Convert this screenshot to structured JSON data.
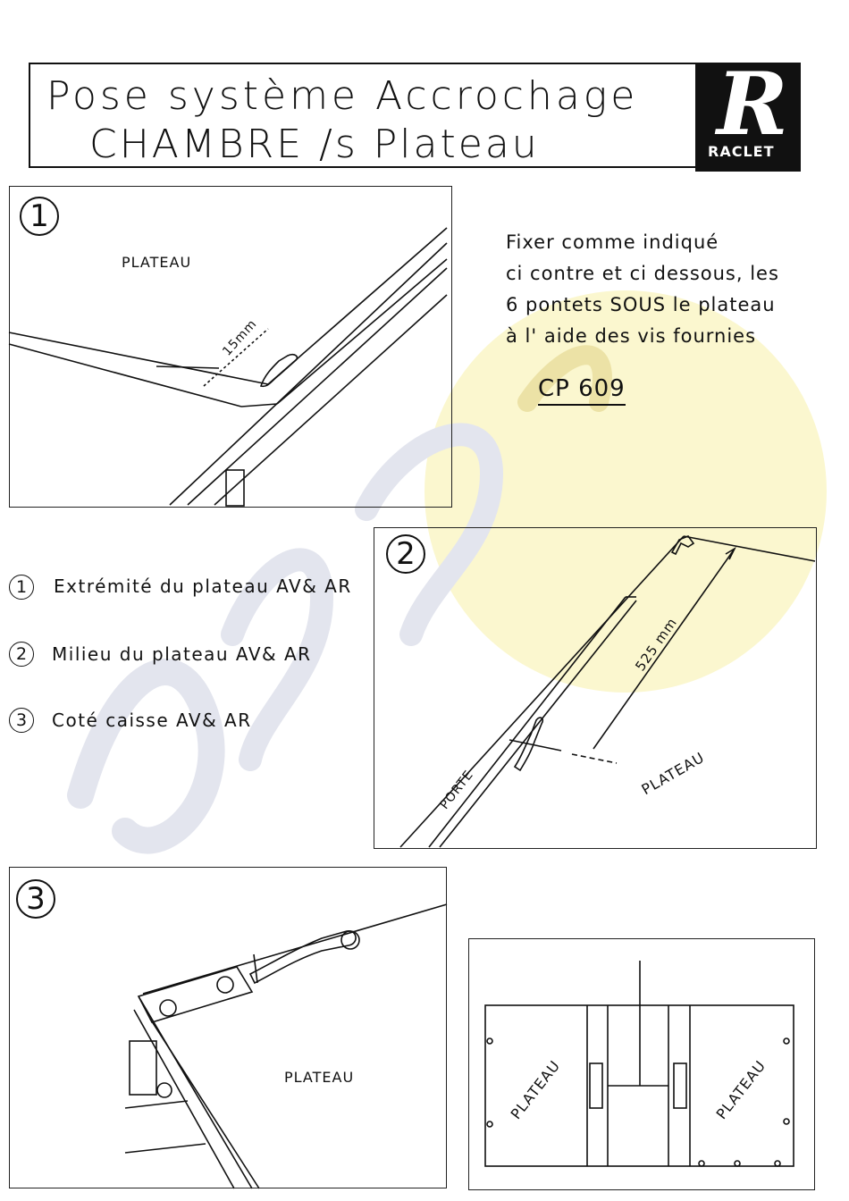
{
  "title": {
    "line1": "Pose  système  Accrochage",
    "line2": "CHAMBRE /s Plateau"
  },
  "logo": {
    "letter": "R",
    "brand": "RACLET"
  },
  "instructions": {
    "lines": [
      " Fixer  comme  indiqué",
      "ci  contre  et  ci  dessous,  les",
      "6  pontets   SOUS  le  plateau",
      "à  l' aide  des  vis  fournies"
    ],
    "reference": "CP 609"
  },
  "figure1": {
    "number": "1",
    "plateau_label": "PLATEAU",
    "dimension": "15mm"
  },
  "figure2": {
    "number": "2",
    "porte_label": "PORTE",
    "plateau_label": "PLATEAU",
    "dimension": "525 mm"
  },
  "figure3": {
    "number": "3",
    "plateau_label": "PLATEAU"
  },
  "figure4": {
    "plateau_left": "PLATEAU",
    "plateau_right": "PLATEAU"
  },
  "legend": [
    {
      "num": "1",
      "text": "Extrémité  du plateau AV& AR"
    },
    {
      "num": "2",
      "text": "Milieu  du  plateau  AV& AR"
    },
    {
      "num": "3",
      "text": "Coté   caisse  AV& AR"
    }
  ],
  "colors": {
    "ink": "#111111",
    "watermark_yellow": "#fbf6c8",
    "watermark_grey": "#e4e6ee"
  }
}
